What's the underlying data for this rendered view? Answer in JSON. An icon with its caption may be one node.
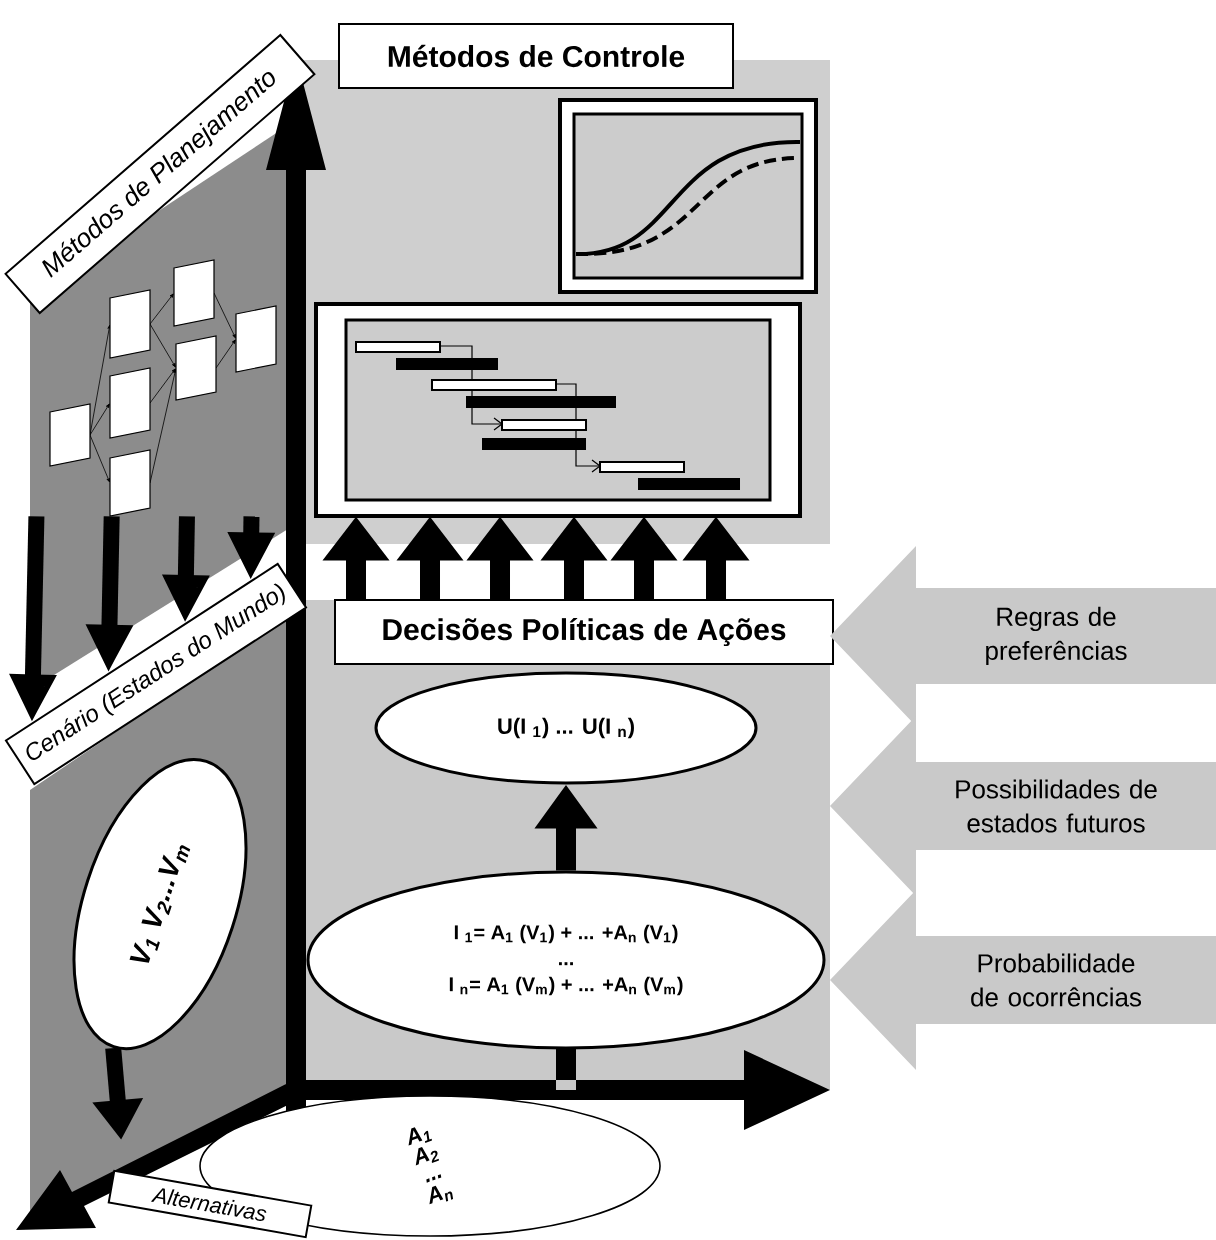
{
  "diagram": {
    "nodes": [
      {
        "text": [
          "Métodos de Controle"
        ]
      },
      {
        "text": [
          "Métodos de Planejamento"
        ]
      },
      {
        "text": [
          "Cenário (Estados do Mundo)"
        ]
      },
      {
        "text": [
          "Decisões Políticas de Ações"
        ]
      },
      {
        "text": [
          "U(I $_{1}$) ... U(I $_{n}$)"
        ]
      },
      {
        "text": [
          "I $_{1}$= A$_{1}$ (V$_{1}$) + ... +A$_{n}$ (V$_{1}$)",
          "...",
          "I $_{n}$= A$_{1}$ (V$_{m}$) + ... +A$_{n}$ (V$_{m}$)"
        ]
      },
      {
        "text": [
          "V$_{1}$ V$_{2}$...V$_{m}$"
        ]
      },
      {
        "text": [
          "A$_{1}$",
          "A$_{2}$",
          "...",
          "A$_{n}$"
        ]
      },
      {
        "text": [
          "Alternativas"
        ]
      },
      {
        "text": [
          "Regras de preferências"
        ]
      },
      {
        "text": [
          "Possibilidades de estados futuros"
        ]
      },
      {
        "text": [
          "Probabilidade de ocorrências"
        ]
      },
      {
        "text": [],
        "shape": "picture"
      },
      {
        "text": [],
        "shape": "picture"
      }
    ],
    "edges": [
      {
        "from": 3,
        "to": 13,
        "arrow": "to"
      },
      {
        "from": 3,
        "to": 13,
        "arrow": "to"
      },
      {
        "from": 3,
        "to": 13,
        "arrow": "to"
      },
      {
        "from": 3,
        "to": 13,
        "arrow": "to"
      },
      {
        "from": 3,
        "to": 13,
        "arrow": "to"
      },
      {
        "from": 3,
        "to": 13,
        "arrow": "to"
      },
      {
        "from": 12,
        "to": 2,
        "arrow": "to"
      },
      {
        "from": 12,
        "to": 2,
        "arrow": "to"
      },
      {
        "from": 12,
        "to": 2,
        "arrow": "to"
      },
      {
        "from": 12,
        "to": 2,
        "arrow": "to"
      },
      {
        "from": 6,
        "to": null,
        "arrow": "to"
      },
      {
        "from": 5,
        "to": 4,
        "arrow": "to"
      }
    ]
  }
}
